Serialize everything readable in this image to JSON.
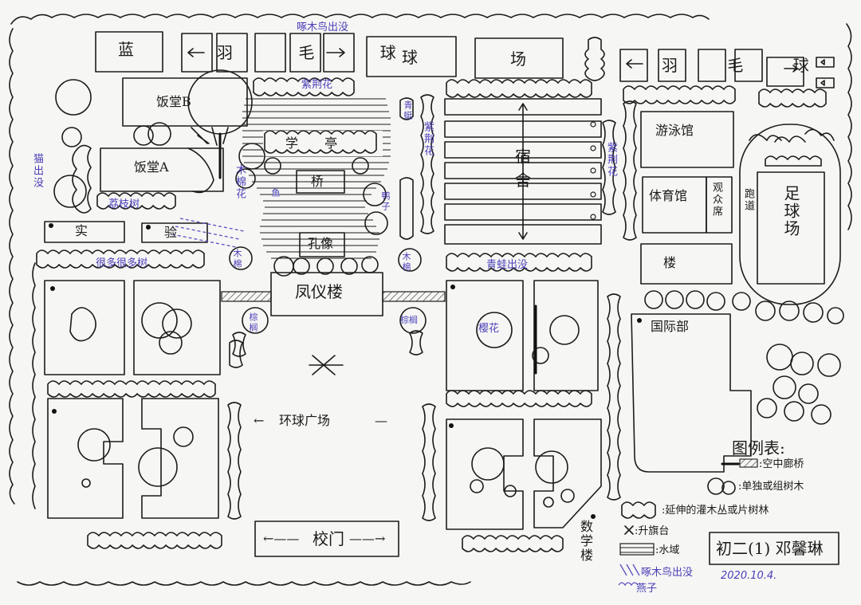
{
  "map": {
    "labels": {
      "lan": "蓝",
      "badminton_left": "羽 毛 球",
      "qiu": "球",
      "chang": "场",
      "badminton_right": "羽 毛 球",
      "canteen_b": "饭堂B",
      "canteen_a": "饭堂A",
      "study_pavilion": "学 亭",
      "bridge": "桥",
      "confucius": "孔像",
      "fengyi_building": "凤仪楼",
      "dorm_1": "宿",
      "dorm_2": "舍",
      "natatorium": "游泳馆",
      "gymnasium": "体育馆",
      "stands": "观众席",
      "track": "跑道",
      "football": "足球场",
      "building": "楼",
      "international": "国际部",
      "experiment_1": "实",
      "experiment_2": "验",
      "global_square": "环球广场",
      "school_gate": "校门",
      "math_building": "数学楼",
      "legend_title": "图例表:",
      "legend_bridge": ":空中廊桥",
      "legend_tree": ":单独或组树木",
      "legend_bush": ":延伸的灌木丛或片树林",
      "legend_flag": ":升旗台",
      "legend_water": ":水域",
      "signature": "初二(1) 邓馨琳",
      "date": "2020.10.4."
    },
    "annotations": {
      "woodpecker_top": "啄木鸟出没",
      "purple_flower_top": "紫荆花",
      "qingting": "青蜓",
      "purple_flower_mid": "紫荆花",
      "purple_flower_right": "紫荆花",
      "cat": "猫出没",
      "lychee": "荔枝树",
      "kapok_1": "木棉花",
      "fish": "鱼",
      "duck": "鸭子",
      "many_trees": "很多很多树",
      "kapok_2": "木棉",
      "kapok_3": "木棉",
      "frog": "青蛙出没",
      "kapok_4": "棕榈",
      "kapok_5": "棕榈",
      "cherry": "樱花",
      "legend_woodpecker": "啄木鸟出没",
      "legend_swallow": "燕子"
    }
  }
}
